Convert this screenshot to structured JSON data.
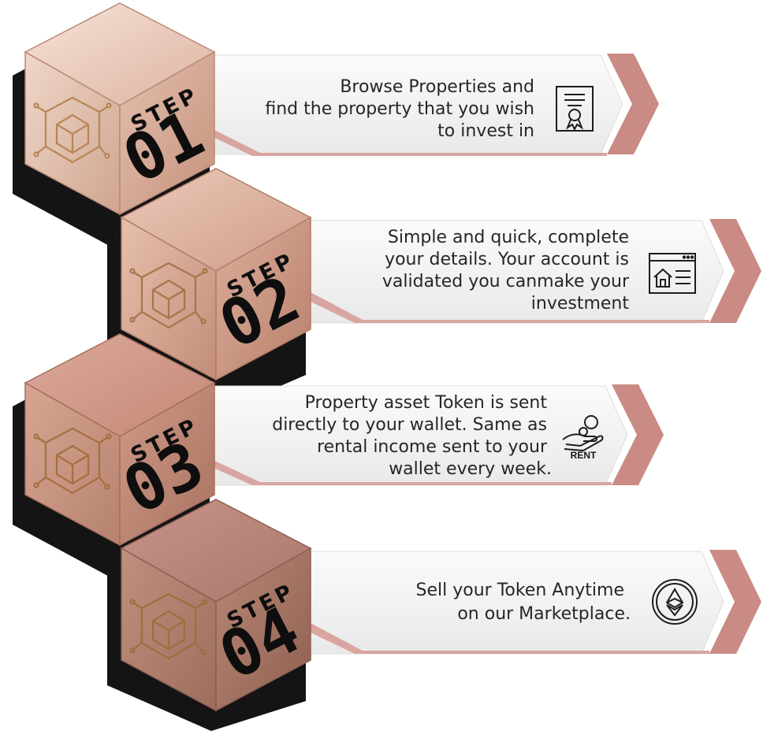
{
  "steps": [
    {
      "word": "STEP",
      "number": "01",
      "icon": "certificate-icon",
      "lines": [
        "Browse Properties and",
        "find the property that you wish",
        "to invest in"
      ]
    },
    {
      "word": "STEP",
      "number": "02",
      "icon": "web-form-house-icon",
      "lines": [
        "Simple and quick, complete",
        "your details. Your account is",
        "validated you canmake your",
        "investment"
      ]
    },
    {
      "word": "STEP",
      "number": "03",
      "icon": "hand-coins-rent-icon",
      "icon_label": "RENT",
      "lines": [
        "Property asset Token is sent",
        "directly to your wallet. Same as",
        "rental income sent to your",
        "wallet every week."
      ]
    },
    {
      "word": "STEP",
      "number": "04",
      "icon": "ethereum-coin-icon",
      "lines": [
        "Sell your Token Anytime",
        "on our Marketplace."
      ]
    }
  ],
  "colors": {
    "cube_light": "#e8c8b8",
    "cube_mid": "#c99a86",
    "cube_dark": "#9a6656",
    "chevron": "#c98b84",
    "banner": "#f4f4f4",
    "shadow": "#141414",
    "text": "#262626"
  }
}
